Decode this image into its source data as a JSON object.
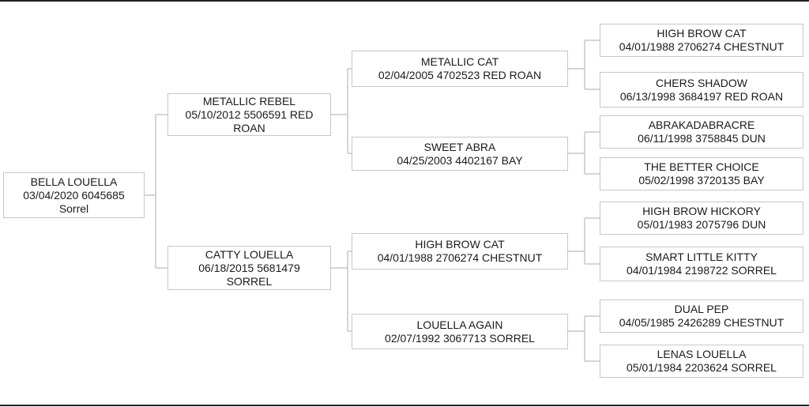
{
  "pedigree": {
    "subject": {
      "name": "BELLA LOUELLA",
      "details": "03/04/2020 6045685",
      "color": "Sorrel"
    },
    "sire": {
      "name": "METALLIC REBEL",
      "details": "05/10/2012 5506591 RED",
      "color": "ROAN"
    },
    "dam": {
      "name": "CATTY LOUELLA",
      "details": "06/18/2015 5681479",
      "color": "SORREL"
    },
    "sire_sire": {
      "name": "METALLIC CAT",
      "details": "02/04/2005 4702523 RED ROAN"
    },
    "sire_dam": {
      "name": "SWEET ABRA",
      "details": "04/25/2003 4402167 BAY"
    },
    "dam_sire": {
      "name": "HIGH BROW CAT",
      "details": "04/01/1988 2706274 CHESTNUT"
    },
    "dam_dam": {
      "name": "LOUELLA AGAIN",
      "details": "02/07/1992 3067713 SORREL"
    },
    "ss_sire": {
      "name": "HIGH BROW CAT",
      "details": "04/01/1988 2706274 CHESTNUT"
    },
    "ss_dam": {
      "name": "CHERS SHADOW",
      "details": "06/13/1998 3684197 RED ROAN"
    },
    "sd_sire": {
      "name": "ABRAKADABRACRE",
      "details": "06/11/1998 3758845 DUN"
    },
    "sd_dam": {
      "name": "THE BETTER CHOICE",
      "details": "05/02/1998 3720135 BAY"
    },
    "ds_sire": {
      "name": "HIGH BROW HICKORY",
      "details": "05/01/1983 2075796 DUN"
    },
    "ds_dam": {
      "name": "SMART LITTLE KITTY",
      "details": "04/01/1984 2198722 SORREL"
    },
    "dd_sire": {
      "name": "DUAL PEP",
      "details": "04/05/1985 2426289 CHESTNUT"
    },
    "dd_dam": {
      "name": "LENAS LOUELLA",
      "details": "05/01/1984 2203624 SORREL"
    }
  },
  "colors": {
    "border": "#c7c7c7",
    "text": "#1a1a1a",
    "rule": "#222222"
  }
}
